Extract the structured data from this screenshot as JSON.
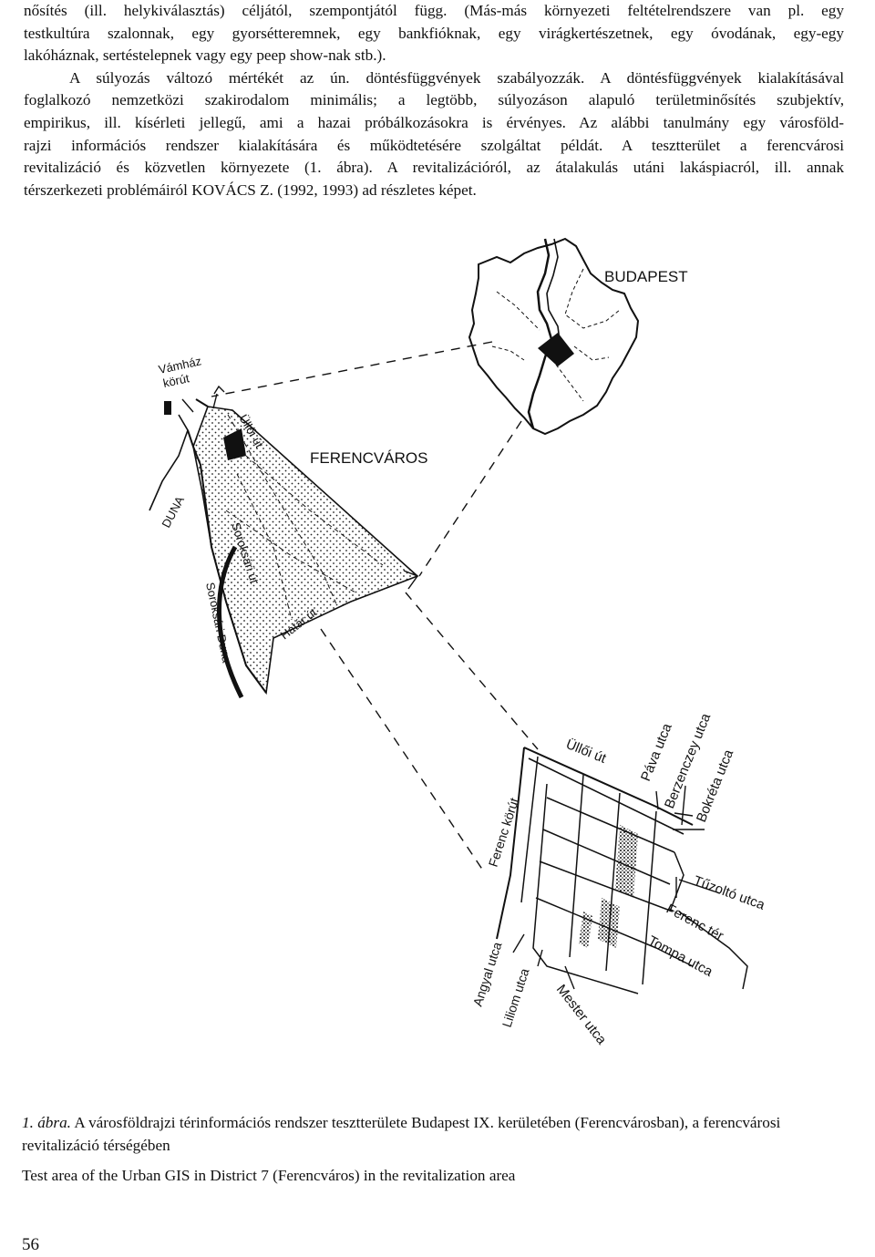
{
  "body_text": {
    "lines": [
      "nősítés (ill. helykiválasztás) céljától, szempontjától függ. (Más-más környezeti feltételrendszere van pl. egy",
      "testkultúra szalonnak, egy gyorsétteremnek, egy bankfióknak, egy virágkertészetnek, egy óvodának, egy-egy",
      "lakóháznak, sertéstelepnek vagy egy peep show-nak stb.).",
      "A súlyozás változó mértékét az ún. döntésfüggvények szabályozzák. A döntésfüggvények kialakításával",
      "foglalkozó nemzetközi szakirodalom minimális; a legtöbb, súlyozáson alapuló területminősítés szubjektív,",
      "empirikus, ill. kísérleti jellegű, ami a hazai próbálkozásokra is érvényes. Az alábbi tanulmány egy városföld-",
      "rajzi információs rendszer kialakítására és működtetésére szolgáltat példát. A tesztterület a ferencvárosi",
      "revitalizáció és közvetlen környezete (1. ábra). A revitalizációról, az átalakulás utáni lakáspiacról, ill. annak",
      "térszerkezeti problémáiról KOVÁCS Z. (1992, 1993) ad részletes képet."
    ]
  },
  "figure": {
    "labels": {
      "budapest": "BUDAPEST",
      "ferencvaros": "FERENCVÁROS",
      "vamhaz_1": "Vámház",
      "vamhaz_2": "körút",
      "duna": "DUNA",
      "ulloi_top": "Üllői út",
      "soroksari_ut": "Soroksári út",
      "hatar_ut": "Határ út",
      "soroksari_duna": "Soroksári Duna",
      "ulloi_detail": "Üllői út",
      "pava": "Páva utca",
      "berzenczey": "Berzenczey utca",
      "bokreta": "Bokréta utca",
      "ferenc_korut": "Ferenc körút",
      "tuzolto": "Tűzoltó utca",
      "ferenc_ter": "Ferenc tér",
      "tompa": "Tompa utca",
      "angyal": "Angyal utca",
      "liliom": "Liliom utca",
      "mester": "Mester utca"
    }
  },
  "caption": {
    "number": "1. ábra.",
    "text_hu": "A városföldrajzi térinformációs rendszer tesztterülete Budapest IX. kerületében (Ferencvárosban), a ferencvárosi revitalizáció térségében",
    "text_en": "Test area of the Urban GIS in District 7 (Ferencváros) in the revitalization area"
  },
  "page_number": "56"
}
